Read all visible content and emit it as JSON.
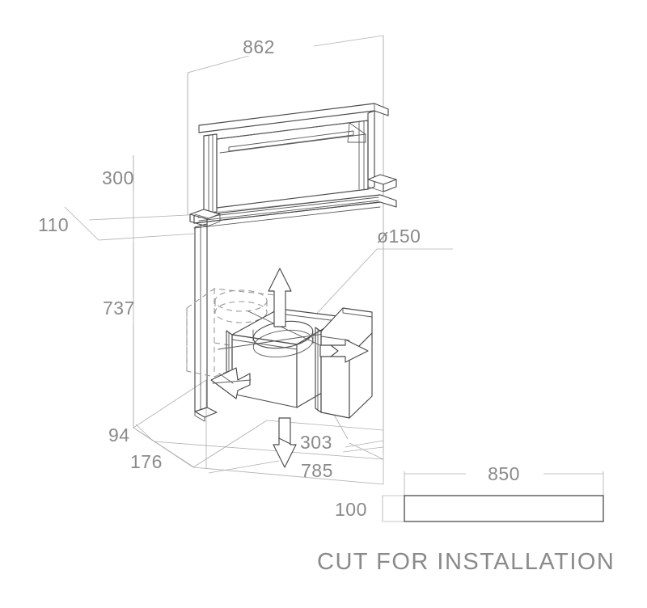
{
  "drawing": {
    "title": "Downdraft extractor hood installation drawing",
    "caption": "CUT FOR INSTALLATION",
    "units": "mm",
    "colors": {
      "object_line": "#4a4a4a",
      "dimension_line": "#b0b0b0",
      "hidden_line": "#9a9a9a",
      "text": "#8a8a8a",
      "background": "#ffffff"
    }
  },
  "dimensions": {
    "width_top": "862",
    "panel_height": "300",
    "depth_top": "110",
    "drop_height": "737",
    "base_front": "94",
    "base_depth": "176",
    "motor_width": "303",
    "overall_bottom": "785",
    "duct_diameter": "ø150"
  },
  "cut_for_installation": {
    "label": "CUT FOR INSTALLATION",
    "length": "850",
    "depth": "100"
  },
  "labels": [
    {
      "id": "dim-862",
      "text": "862"
    },
    {
      "id": "dim-300",
      "text": "300"
    },
    {
      "id": "dim-110",
      "text": "110"
    },
    {
      "id": "dim-737",
      "text": "737"
    },
    {
      "id": "dim-150",
      "text": "ø150"
    },
    {
      "id": "dim-94",
      "text": "94"
    },
    {
      "id": "dim-176",
      "text": "176"
    },
    {
      "id": "dim-303",
      "text": "303"
    },
    {
      "id": "dim-785",
      "text": "785"
    },
    {
      "id": "dim-850",
      "text": "850"
    },
    {
      "id": "dim-100",
      "text": "100"
    },
    {
      "id": "caption",
      "text": "CUT FOR INSTALLATION"
    }
  ]
}
